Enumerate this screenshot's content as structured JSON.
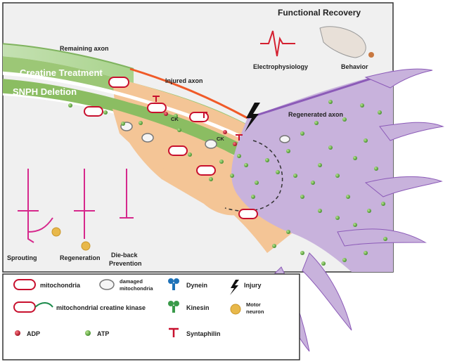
{
  "header": {
    "title": "Functional Recovery",
    "electrophysiology": "Electrophysiology",
    "behavior": "Behavior"
  },
  "axon_labels": {
    "remaining": "Remaining axon",
    "injured": "Injured axon",
    "regenerated": "Regenerated axon"
  },
  "treatments": {
    "creatine": "Creatine Treatment",
    "snph": "SNPH Deletion"
  },
  "enzyme_label": "CK",
  "outcomes": [
    "Sprouting",
    "Regeneration",
    "Die-back",
    "Prevention"
  ],
  "legend": {
    "mitochondria": "mitochondria",
    "damaged_1": "damaged",
    "damaged_2": "mitochondria",
    "dynein": "Dynein",
    "injury": "Injury",
    "mck": "mitochondrial creatine kinase",
    "kinesin": "Kinesin",
    "motor_1": "Motor",
    "motor_2": "neuron",
    "adp": "ADP",
    "atp": "ATP",
    "syntaphilin": "Syntaphilin"
  },
  "colors": {
    "remaining_axon": "#8fc370",
    "injured_axon": "#f05a28",
    "regenerated_axon": "#8c5bb8",
    "growth_cone": "#c8b2dc",
    "creatine_band": "#9cc776",
    "snph_band": "#8bbd62",
    "injury_zone": "#f4c596",
    "mitochondria": "#c8102e",
    "atp": "#5aa83c",
    "adp": "#c8102e",
    "dynein": "#1e72b8",
    "kinesin": "#3a9a4a",
    "syntaphilin": "#c8102e",
    "neuron_schematic": "#d6288c"
  },
  "icons": [
    "lightning-bolt-icon",
    "ecg-trace-icon",
    "mouse-paw-icon",
    "motor-neuron-icon"
  ]
}
